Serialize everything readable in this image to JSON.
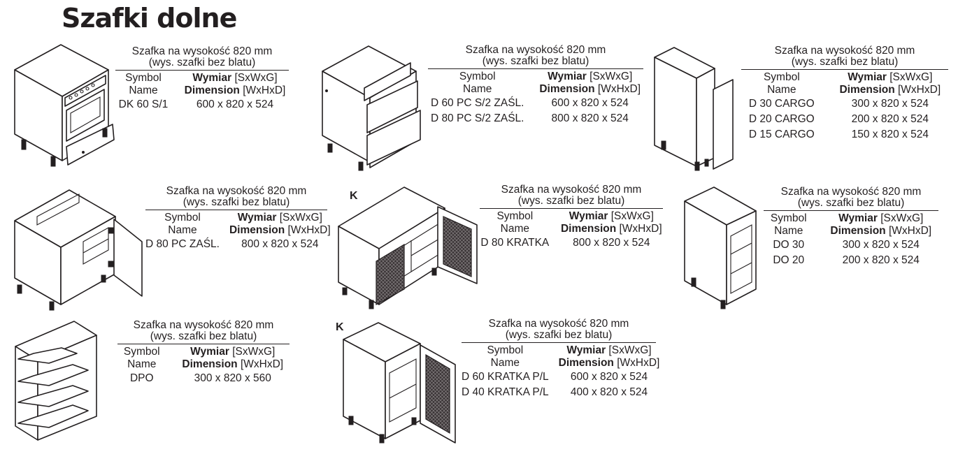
{
  "page": {
    "title": "Szafki dolne"
  },
  "labels": {
    "heading_line1": "Szafka na wysokość 820 mm",
    "heading_line2": "(wys. szafki bez blatu)",
    "symbol": "Symbol",
    "name": "Name",
    "wymiar": "Wymiar",
    "wymiar_units": "[SxWxG]",
    "dimension": "Dimension",
    "dimension_units": "[WxHxD]"
  },
  "cabinets": [
    {
      "items": [
        {
          "code": "DK 60 S/1",
          "size": "600 x 820 x 524"
        }
      ]
    },
    {
      "items": [
        {
          "code": "D 60 PC S/2 ZAŚL.",
          "size": "600 x 820 x 524"
        },
        {
          "code": "D 80 PC S/2 ZAŚL.",
          "size": "800 x 820 x 524"
        }
      ]
    },
    {
      "items": [
        {
          "code": "D 30 CARGO",
          "size": "300 x 820 x 524"
        },
        {
          "code": "D 20 CARGO",
          "size": "200 x 820 x 524"
        },
        {
          "code": "D 15 CARGO",
          "size": "150 x 820 x 524"
        }
      ]
    },
    {
      "items": [
        {
          "code": "D 80 PC ZAŚL.",
          "size": "800 x 820 x 524"
        }
      ]
    },
    {
      "mark": "K",
      "items": [
        {
          "code": "D 80 KRATKA",
          "size": "800 x 820 x 524"
        }
      ]
    },
    {
      "items": [
        {
          "code": "DO 30",
          "size": "300 x 820 x 524"
        },
        {
          "code": "DO 20",
          "size": "200 x 820 x 524"
        }
      ]
    },
    {
      "items": [
        {
          "code": "DPO",
          "size": "300 x 820 x 560"
        }
      ]
    },
    {
      "mark": "K",
      "items": [
        {
          "code": "D 60 KRATKA P/L",
          "size": "600 x 820 x 524"
        },
        {
          "code": "D 40 KRATKA P/L",
          "size": "400 x 820 x 524"
        }
      ]
    }
  ],
  "icons": [
    "cabinet-oven-icon",
    "cabinet-drawers-icon",
    "cabinet-cargo-icon",
    "cabinet-sink-icon",
    "cabinet-lattice-double-icon",
    "cabinet-open-shelf-icon",
    "cabinet-corner-shelf-icon",
    "cabinet-lattice-single-icon"
  ],
  "colors": {
    "ink": "#231f20",
    "background": "#ffffff"
  }
}
